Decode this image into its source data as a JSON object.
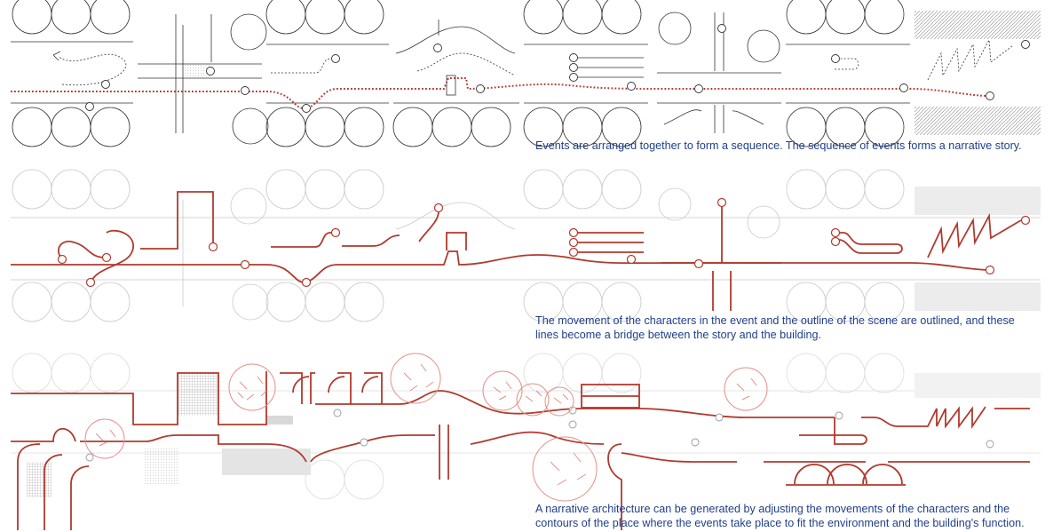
{
  "captions": {
    "sequence": "Events are arranged together to form a sequence. The sequence of events forms a narrative story.",
    "movement_line1": "The movement of the characters in the event and the outline of the scene are outlined, and these",
    "movement_line2": "lines become a bridge between the story and the building.",
    "architecture_line1": "A narrative architecture can be generated by adjusting the movements of the characters and the",
    "architecture_line2": "contours of the place where the events take place to fit the environment and the building's function."
  },
  "colors": {
    "ink": "#333333",
    "faint": "#c9c9c9",
    "accent": "#b03a2e",
    "tree": "#e58f86",
    "caption": "#1f3f8a"
  },
  "icons": {
    "tree": "tree-canopy-icon",
    "node": "event-node-icon",
    "table": "table-cross-icon"
  }
}
